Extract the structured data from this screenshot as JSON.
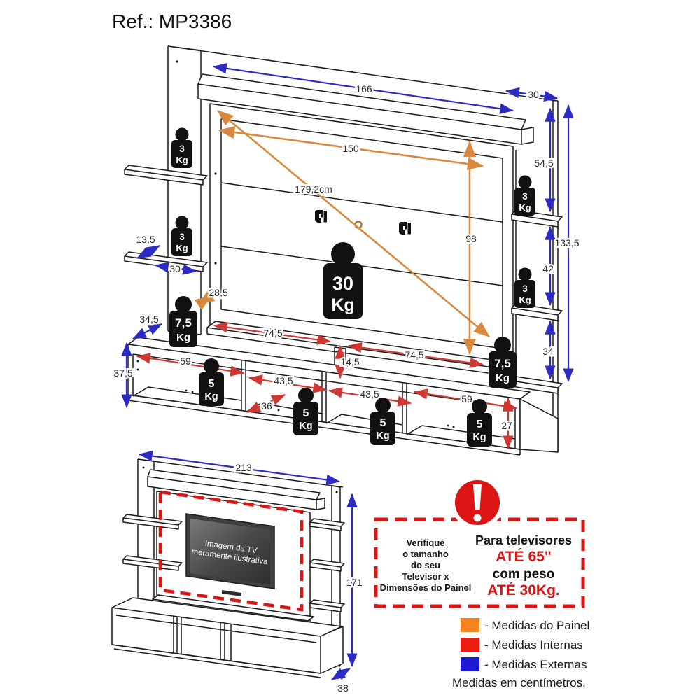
{
  "title": "Ref.: MP3386",
  "dims": {
    "d166": "166",
    "d30_top": "30",
    "d54_5": "54,5",
    "d42": "42",
    "d34": "34",
    "d133_5": "133,5",
    "d13_5": "13,5",
    "d30_left": "30",
    "d34_5": "34,5",
    "d37_5": "37,5",
    "d150": "150",
    "d179": "179,2cm",
    "d98": "98",
    "d28_5": "28,5",
    "d74_5a": "74,5",
    "d14_5": "14,5",
    "d74_5b": "74,5",
    "d59a": "59",
    "d43_5a": "43,5",
    "d36": "36",
    "d43_5b": "43,5",
    "d59b": "59",
    "d27": "27",
    "d213": "213",
    "d171": "171",
    "d38": "38"
  },
  "weights": {
    "w3": "3",
    "w5": "5",
    "w7_5": "7,5",
    "w30": "30",
    "unit": "Kg"
  },
  "tv_note": {
    "line1": "Imagem da TV",
    "line2": "meramente ilustrativa"
  },
  "warning": {
    "left_lines": [
      "Verifique",
      "o tamanho",
      "do seu",
      "Televisor x",
      "Dimensões do Painel"
    ],
    "emphasis": {
      "l1": "Para televisores",
      "l2": "ATÉ 65\"",
      "l3": "com peso",
      "l4": "ATÉ 30Kg."
    }
  },
  "legend": {
    "items": [
      {
        "label": "- Medidas do Painel",
        "color": "#F5831F"
      },
      {
        "label": "- Medidas Internas",
        "color": "#EC1C0F"
      },
      {
        "label": "- Medidas Externas",
        "color": "#1D18D1"
      }
    ],
    "footnote": "Medidas em centímetros."
  },
  "colors": {
    "panel_dim": "#D8893E",
    "internal_dim": "#CF3732",
    "external_dim": "#2B2BC4",
    "warning_red": "#DD1414"
  }
}
